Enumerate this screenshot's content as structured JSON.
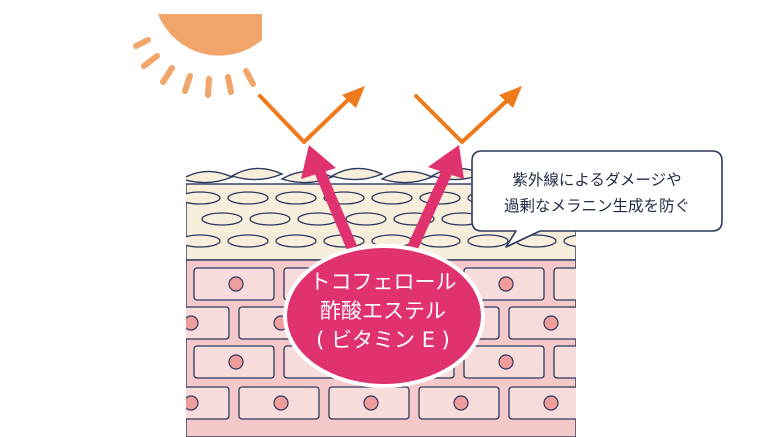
{
  "callout": {
    "line1": "紫外線によるダメージや",
    "line2": "過剰なメラニン生成を防ぐ"
  },
  "ingredient": {
    "line1": "トコフェロール",
    "line2": "酢酸エステル",
    "line3": "( ビタミン E )"
  },
  "colors": {
    "sun": "#f2a56b",
    "uv_arrow": "#ee7a1c",
    "skin_top": "#f8eedc",
    "skin_cell": "#f5c9c9",
    "badge": "#e0326f",
    "badge_arrow": "#e0326f",
    "outline": "#2b3a5e"
  }
}
